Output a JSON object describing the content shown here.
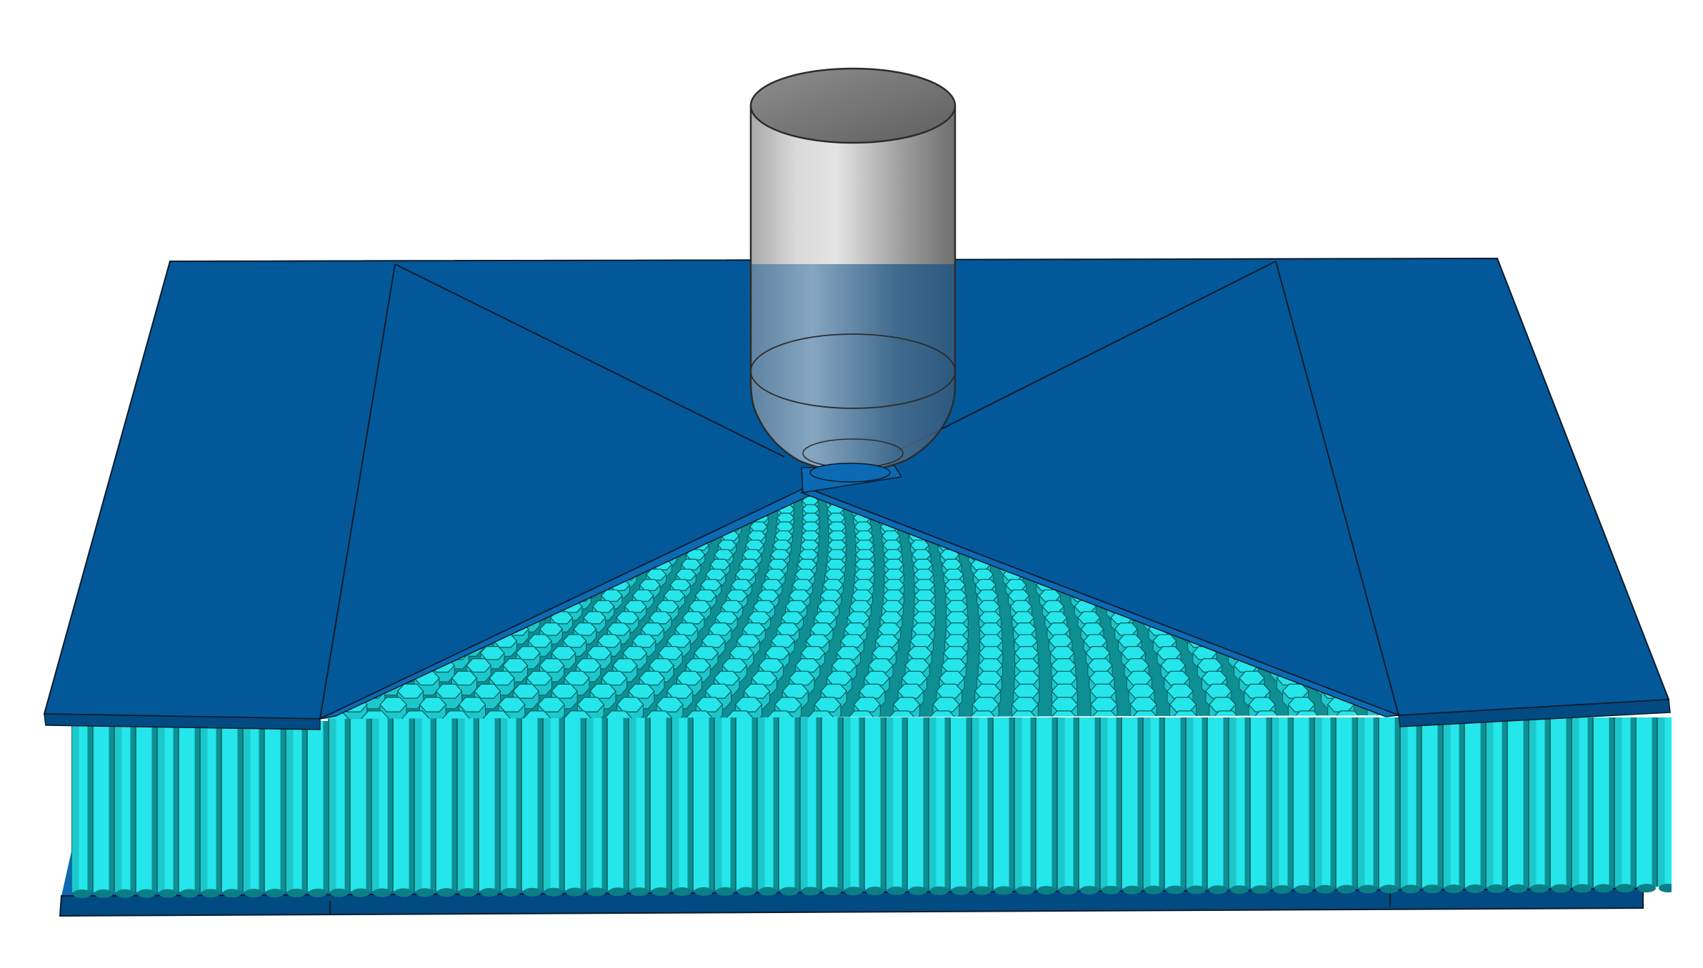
{
  "scene": {
    "description_visible_text": "",
    "colors": {
      "background": "#ffffff",
      "skin_top": "#03589a",
      "skin_edge_light": "#0b6ab3",
      "skin_edge_dark": "#024a82",
      "core_light": "#25e6ea",
      "core_mid": "#1cc8cc",
      "core_dark": "#0e8f93",
      "core_wall_line": "#0a5c5f",
      "impactor_light": "#e2e2e2",
      "impactor_mid": "#b5b5b5",
      "impactor_dark": "#6e6e6e",
      "outline": "#0b1b2a"
    },
    "components": [
      {
        "name": "impactor",
        "shape": "cylinder-hemispherical-nose",
        "material_appearance": "translucent-grey"
      },
      {
        "name": "top-face-sheet",
        "shape": "plate-with-triangular-cutaway"
      },
      {
        "name": "honeycomb-core",
        "cell_shape": "hexagon"
      },
      {
        "name": "bottom-face-sheet",
        "shape": "plate"
      }
    ]
  }
}
